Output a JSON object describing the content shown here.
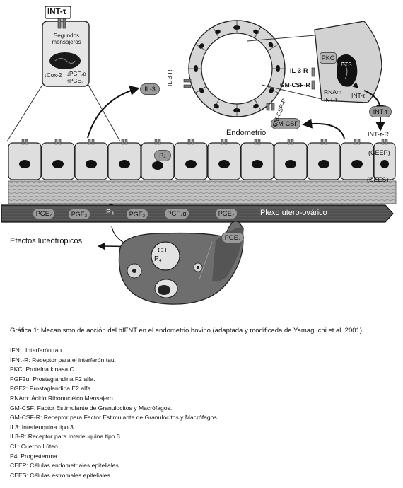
{
  "diagram": {
    "int_tau_top": "INT-τ",
    "segundos_mensajeros": "Segundos mensajeros",
    "cox2": "↓Cox-2",
    "pgf2a_down": "↓PGF₂α",
    "pge2_up": "↑PGE₂",
    "pkc": "PKC",
    "il3r_right": "IL-3-R",
    "gmcsfr_right": "GM-CSF-R",
    "ets": "ETS",
    "rnam": "RNAm",
    "int_tau_inner": "INT-τ",
    "int_tau_arrow": "INT-τ",
    "int_tau_bubble": "INT-τ",
    "int_tau_r": "INT-τ-R",
    "il3": "IL-3",
    "il3r_vertical": "IL-3-R",
    "gmcsf": "GM-CSF",
    "gmcsfr_vertical": "GM-CSF-R",
    "endometrio": "Endometrio",
    "ceep": "(CEEP)",
    "cees": "(CEES)",
    "p4_cell": "P₄",
    "p4_vessel": "P₄",
    "pge2_a": "PGE₂",
    "pge2_b": "PGE₂",
    "pge2_c": "PGE₂",
    "pgf2a_vessel": "PGF₂α",
    "pge2_d": "PGE₂",
    "plexo": "Plexo utero-ovárico",
    "efectos": "Efectos luteótropicos",
    "pge2_ovary": "PGE₂",
    "cl": "C.L",
    "p4_ovary": "P₄"
  },
  "caption": {
    "text": "Gráfica 1: Mecanismo de acción del bIFNT en el endometrio bovino (adaptada y modificada de Yamaguchi et al. 2001)."
  },
  "legend": [
    "IFNτ: Interferón tau.",
    "IFNτ-R: Receptor para el interferón tau.",
    "PKC: Proteína kinasa C.",
    "PGF2α: Prostaglandina F2 alfa.",
    "PGE2: Prostaglandina E2 alfa.",
    "RNAm: Ácido Ribonucléico Mensajero.",
    "GM-CSF: Factor Estimulante de Granulocitos y Macrófagos.",
    "GM-CSF-R: Receptor para Factor Estimulante de Granulocitos y Macrófagos.",
    "IL3: Interleuquina tipo 3.",
    "IL3-R: Receptor para Interleuquina tipo 3.",
    "CL: Cuerpo Lúteo.",
    "P4: Progesterona.",
    "CEEP: Células endometriales epiteliales.",
    "CEES: Células estromales epiteliales."
  ],
  "colors": {
    "cell_fill": "#dcdcdc",
    "stroma_fill": "#b9b9b9",
    "vessel_fill": "#4a4a4a",
    "pill_fill": "#9a9a9a"
  }
}
